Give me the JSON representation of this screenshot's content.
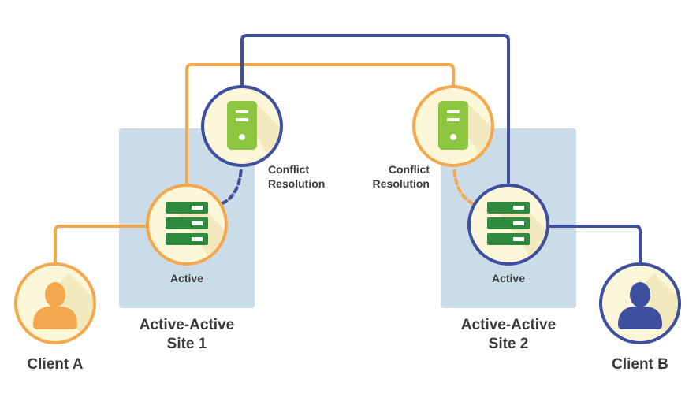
{
  "colors": {
    "orange": "#F4A84D",
    "blue": "#3F4FA0",
    "green": "#2E8B3E",
    "lime": "#8CC63F",
    "site_bg": "#C9DCE8",
    "node_fill": "#FDF7DA",
    "text": "#3a3a3a"
  },
  "site1": {
    "name_line1": "Active-Active",
    "name_line2": "Site 1",
    "status": "Active"
  },
  "site2": {
    "name_line1": "Active-Active",
    "name_line2": "Site 2",
    "status": "Active"
  },
  "conflict_left": {
    "line1": "Conflict",
    "line2": "Resolution"
  },
  "conflict_right": {
    "line1": "Conflict",
    "line2": "Resolution"
  },
  "client_a": {
    "label": "Client A"
  },
  "client_b": {
    "label": "Client B"
  },
  "icons": {
    "database": "server-rack-icon",
    "conflict": "server-tower-icon",
    "client": "user-icon"
  }
}
